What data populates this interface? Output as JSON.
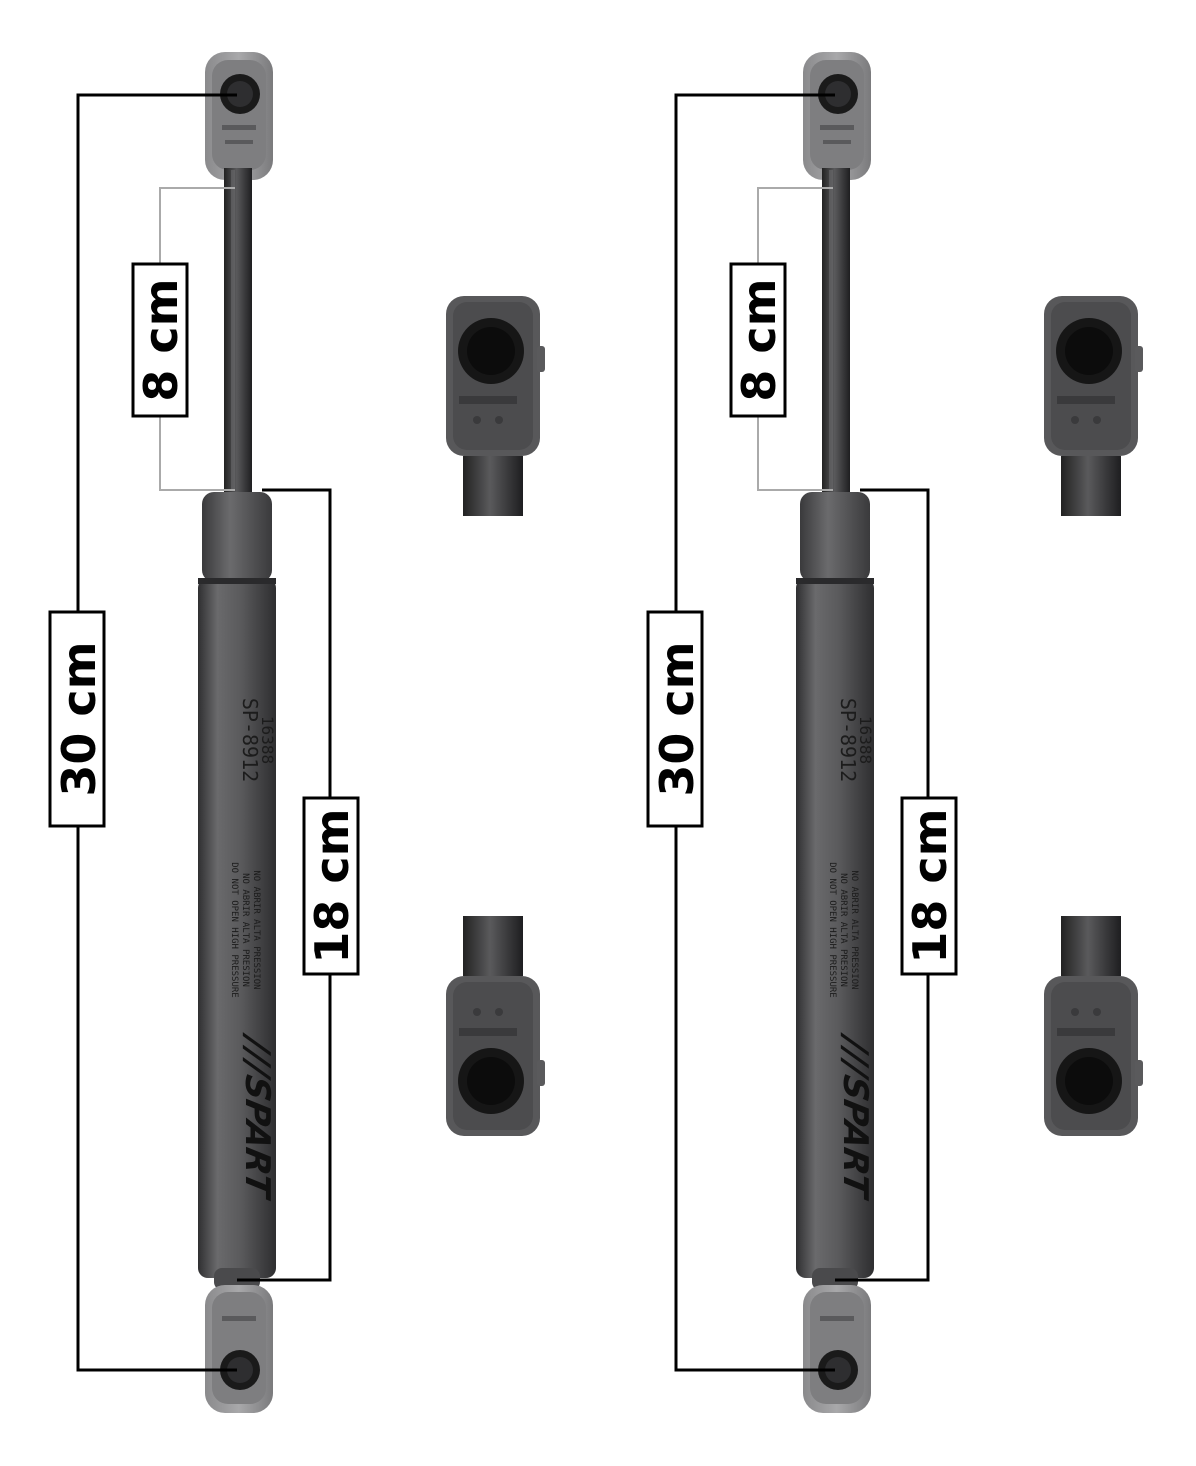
{
  "colors": {
    "background": "#ffffff",
    "body": "#5e5e60",
    "body_dark": "#3b3b3d",
    "rod": "#3e3e40",
    "rod_highlight": "#9a9a9c",
    "bracket": "#6a6a6c",
    "dimension_line": "#000000",
    "guide_line": "#aaaaaa"
  },
  "struts": [
    {
      "total_length_label": "30 cm",
      "rod_length_label": "8 cm",
      "body_length_label": "18 cm",
      "brand": "///SPART",
      "part_number": "SP-8912",
      "code": "16388",
      "warning_lines": [
        "DO NOT OPEN HIGH PRESSURE",
        "NO ABRIR ALTA PRESION",
        "NO ABRIR ALTA PRESSION"
      ]
    },
    {
      "total_length_label": "30 cm",
      "rod_length_label": "8 cm",
      "body_length_label": "18 cm",
      "brand": "///SPART",
      "part_number": "SP-8912",
      "code": "16388",
      "warning_lines": [
        "DO NOT OPEN HIGH PRESSURE",
        "NO ABRIR ALTA PRESION",
        "NO ABRIR ALTA PRESSION"
      ]
    }
  ],
  "end_fitting_icons": [
    "socket-end-top-left",
    "socket-end-bottom-left",
    "socket-end-top-right",
    "socket-end-bottom-right"
  ]
}
